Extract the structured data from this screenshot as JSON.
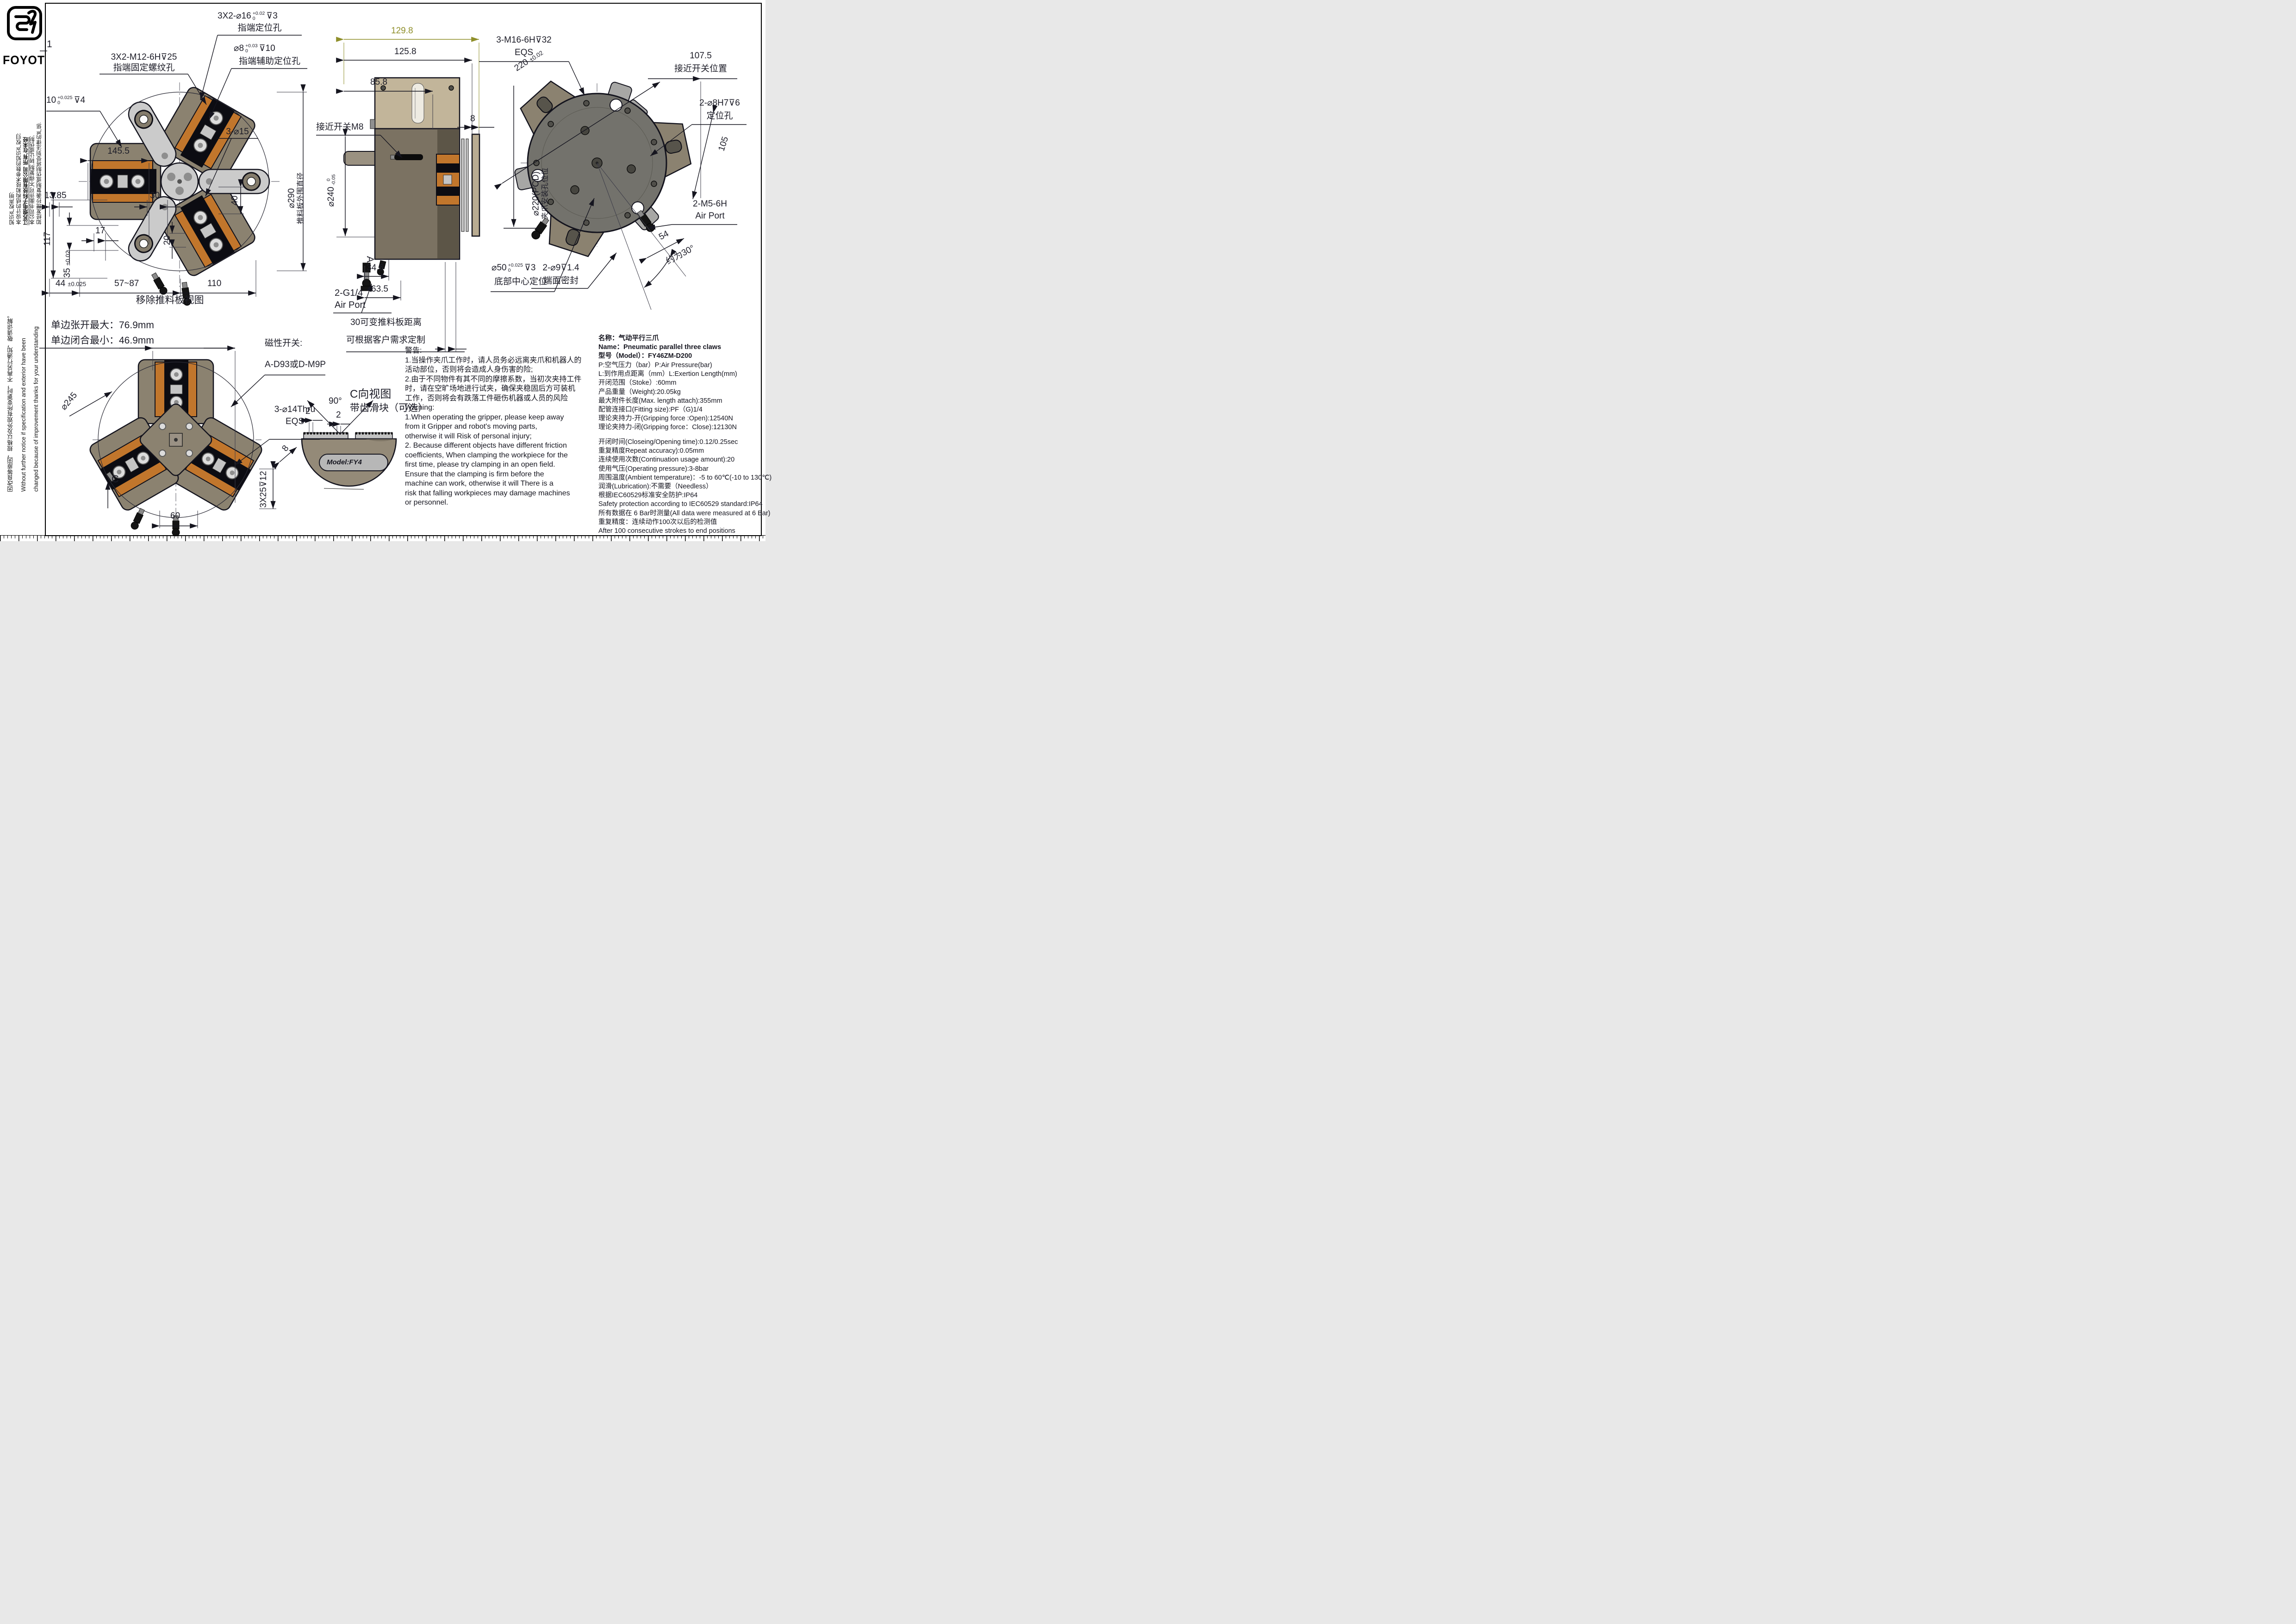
{
  "sheet": {
    "zone_marker": "1"
  },
  "logo": {
    "wordmark": "FOYOT"
  },
  "left_margin": {
    "ip_columns": [
      "知识产权声明:",
      "本设计的结构和技术参数的知识产权归:",
      "江苏煜电子科技有限公司 所有,在未经",
      "本公司书面许可,不得复制,转让或仿制,",
      "如经发现抄袭复制或仿制将受到法律的严惩."
    ],
    "change_columns": [
      "因改良等原因，规格以及外观有所变更时，不再另行通知，敬请谅解。",
      "Without further notice if specification and exterior have been",
      "changed because of improvement thanks for your understanding"
    ]
  },
  "front": {
    "m12": {
      "l1": "3X2-M12-6H⊽25",
      "l2": "指端固定螺纹孔"
    },
    "d16": {
      "prefix": "3X2-⌀16",
      "sup": "+0.02",
      "sub": "0",
      "suffix": "⊽3",
      "l2": "指端定位孔"
    },
    "d8": {
      "prefix": "⌀8",
      "sup": "+0.03",
      "sub": "0",
      "suffix": "⊽10",
      "l2": "指端辅助定位孔"
    },
    "d145": "145.5",
    "d1385": "13.85",
    "d17": "17",
    "d30": "30",
    "d10": {
      "v": "10",
      "sup": "+0.025",
      "sub": "0",
      "suffix": "⊽4"
    },
    "d117": "117",
    "d35": {
      "v": "35",
      "tol": "±0.02"
    },
    "d20": "20",
    "d40": "40",
    "d3d15": "3-⌀15",
    "d290": {
      "l1": "⌀290",
      "l2": "推料板外围直径"
    },
    "d44": {
      "v": "44",
      "tol": "±0.025"
    },
    "d5787": "57~87",
    "d110": "110",
    "title": "移除推料板视图"
  },
  "side": {
    "d1298": "129.8",
    "d1258": "125.8",
    "d858": "85.8",
    "d8": "8",
    "prox": "接近开关M8",
    "d240": {
      "v": "⌀240",
      "sup": "0",
      "sub": "-0.05"
    },
    "a": "A",
    "d346": "34.6",
    "d635": "63.5",
    "g14": {
      "l1": "2-G1/4",
      "l2": "Air Port"
    },
    "pusher": {
      "l1": "30可变推料板距离",
      "l2": "可根据客户需求定制"
    }
  },
  "top": {
    "m16": {
      "l1": "3-M16-6H⊽32",
      "l2": "EQS"
    },
    "d220": {
      "v": "220",
      "tol": "±0.02"
    },
    "prox": {
      "l1": "107.5",
      "l2": "接近开关位置"
    },
    "d8h7": {
      "l1": "2-⌀8H7⊽6",
      "l2": "定位孔"
    },
    "d105": "105",
    "m5": {
      "l1": "2-M5-6H",
      "l2": "Air Port"
    },
    "d54": "54",
    "ang30": "约为30°",
    "d9": {
      "l1": "2-⌀9⊽1.4",
      "l2": "端面密封"
    },
    "d50": {
      "v": "⌀50",
      "sup": "+0.025",
      "sub": "0",
      "suffix": "⊽3",
      "l2": "底部中心定位"
    },
    "pcd": {
      "l1": "⌀220(PCD)",
      "l2": "夹爪安装孔位位"
    }
  },
  "bottom": {
    "open_max": "单边张开最大：76.9mm",
    "close_min": "单边闭合最小：46.9mm",
    "mag": {
      "l1": "磁性开关:",
      "l2": "A-D93或D-M9P"
    },
    "d14": {
      "l1": "3-⌀14Thru",
      "l2": "EQS"
    },
    "d245": "⌀245",
    "d8": "8",
    "d3x25": "3X25⊽12",
    "d60": "60",
    "c": "C"
  },
  "cview": {
    "title": {
      "l1": "C向视图",
      "l2": "带齿滑块（可选）"
    },
    "d90": "90°",
    "d2a": "2",
    "d2b": "2",
    "model": "Model:FY4"
  },
  "warning": {
    "lines": [
      "警告:",
      "1.当操作夹爪工作时，请人员务必远离夹爪和机器人的",
      "活动部位，否则将会造成人身伤害的险;",
      "2.由于不同物件有其不同的摩擦系数，当初次夹持工件",
      "时，请在空旷场地进行试夹，确保夹稳固后方可装机",
      "工作，否则将会有跌落工件砸伤机器或人员的风险",
      "Warning:",
      "1.When operating the gripper, please keep away",
      "from it Gripper and robot's moving parts,",
      "otherwise it will Risk of personal injury;",
      "2. Because different objects have different friction",
      "coefficients, When clamping the workpiece for the",
      "first time, please try clamping in an open field.",
      "Ensure that the clamping is firm before the",
      "machine can work, otherwise it will There is a",
      "risk that falling workpieces may damage machines",
      "or personnel."
    ]
  },
  "specs": {
    "head": [
      "名称：气动平行三爪",
      "Name：Pneumatic parallel three claws",
      "型号（Model）：FY46ZM-D200"
    ],
    "block1": [
      "P:空气压力（bar）P:Air Pressure(bar)",
      "L:到作用点距离（mm）L:Exertion Length(mm)",
      "开闭范围（Stoke）:60mm",
      "产品重量（Weight):20.05kg",
      "最大附件长度(Max. length attach):355mm",
      "配管连接口(Fitting size):PF（G)1/4",
      "理论夹持力-开(Gripping force :Open):12540N",
      "理论夹持力-闭(Gripping force：Close):12130N"
    ],
    "block2": [
      "开闭时间(Closeing/Opening time):0.12/0.25sec",
      "重复精度Repeat accuracy):0.05mm",
      "连续使用次数(Continuation usage amount):20",
      "使用气压(Operating pressure):3-8bar",
      "周围温度(Ambient temperature)：-5 to 60℃(-10 to 130℃)",
      "润滑(Lubrication):不需要（Needless）",
      "根据IEC60529标准安全防护:IP64",
      "Safety protection according to IEC60529 standard:IP64",
      "所有数据在 6 Bar时测量(All data were measured at 6 Bar)",
      "重复精度：连续动作100次以后的检测值",
      "After 100 consecutive strokes to end positions"
    ]
  }
}
